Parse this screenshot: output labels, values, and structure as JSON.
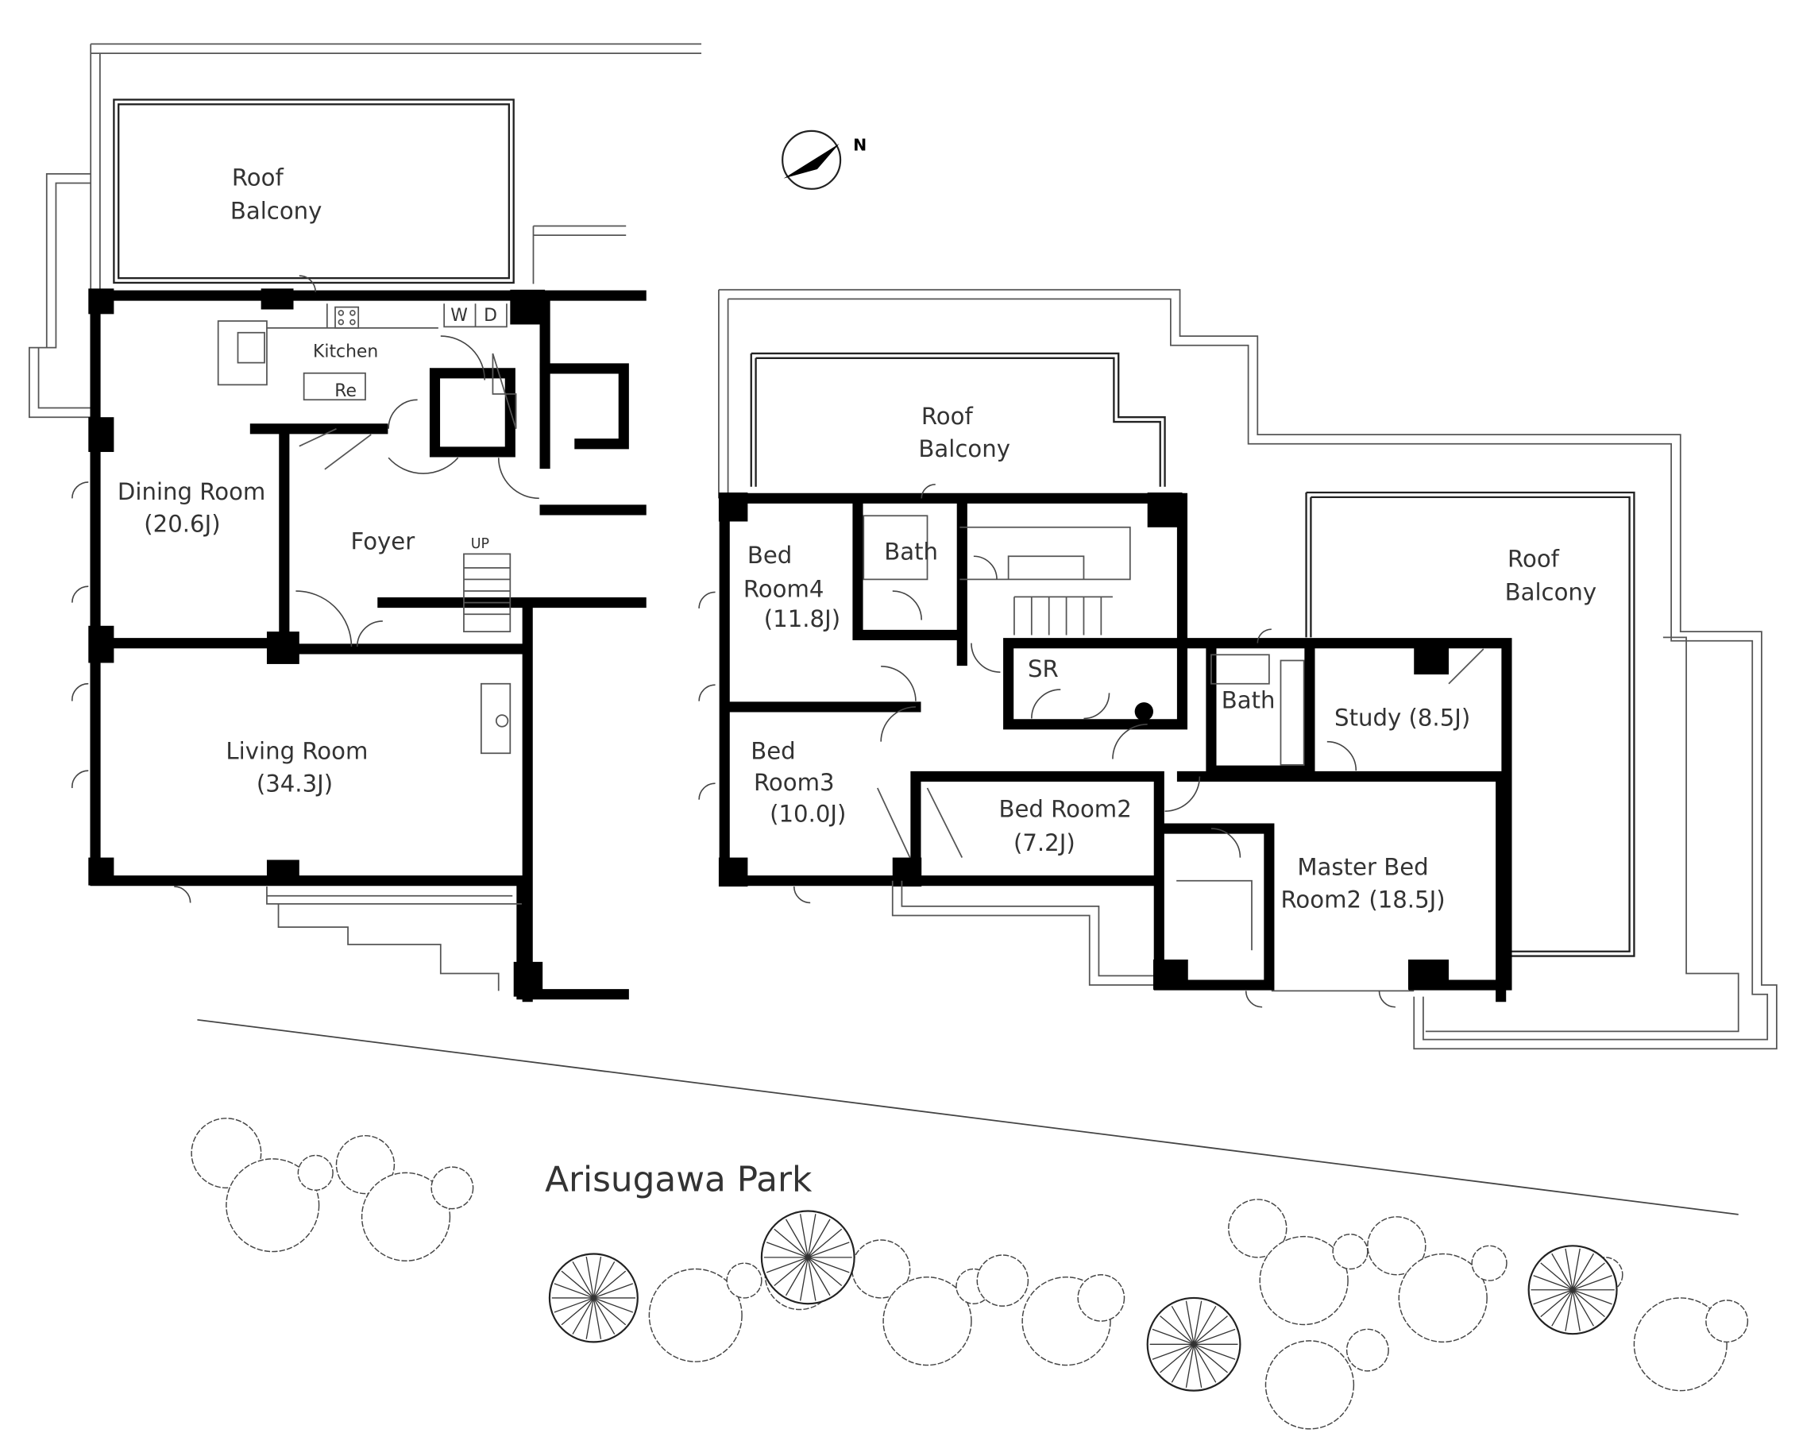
{
  "plan": {
    "left_unit": {
      "roof_balcony": [
        "Roof",
        "Balcony"
      ],
      "kitchen": "Kitchen",
      "washer": "W",
      "dryer": "D",
      "refrigerator": "Re",
      "dining_room": [
        "Dining Room",
        "(20.6J)"
      ],
      "foyer": "Foyer",
      "stairs_up": "UP",
      "living_room": [
        "Living Room",
        "(34.3J)"
      ]
    },
    "right_unit": {
      "roof_balcony_north": [
        "Roof",
        "Balcony"
      ],
      "roof_balcony_east": [
        "Roof",
        "Balcony"
      ],
      "bed_room4": [
        "Bed",
        "Room4",
        "(11.8J)"
      ],
      "bath1": "Bath",
      "storage_room": "SR",
      "bath2": "Bath",
      "study": "Study (8.5J)",
      "bed_room3": [
        "Bed",
        "Room3",
        "(10.0J)"
      ],
      "bed_room2": [
        "Bed Room2",
        "(7.2J)"
      ],
      "master_bed_room": [
        "Master Bed",
        "Room2  (18.5J)"
      ]
    },
    "compass": "N",
    "park": "Arisugawa Park"
  }
}
